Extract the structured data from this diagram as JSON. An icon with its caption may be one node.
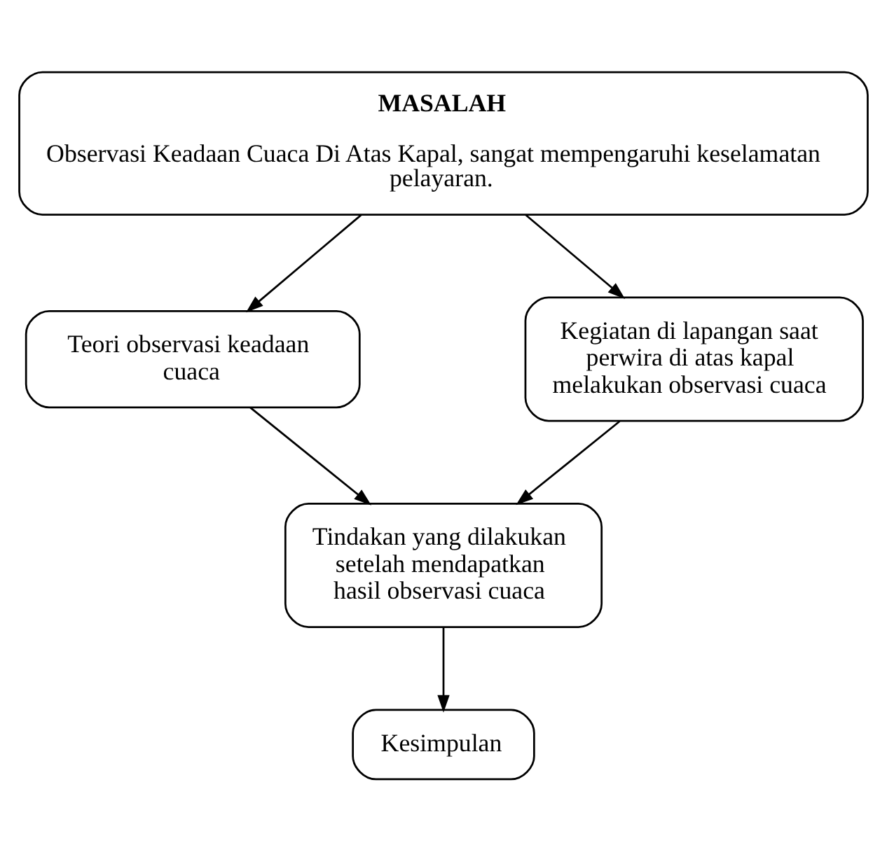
{
  "diagram": {
    "nodes": [
      {
        "text": [
          "MASALAH",
          "Observasi Keadaan Cuaca Di Atas Kapal, sangat mempengaruhi keselamatan pelayaran."
        ]
      },
      {
        "text": [
          "Teori observasi keadaan cuaca"
        ]
      },
      {
        "text": [
          "Kegiatan di lapangan saat perwira di atas kapal melakukan observasi cuaca"
        ]
      },
      {
        "text": [
          "Tindakan yang dilakukan setelah mendapatkan hasil observasi cuaca"
        ]
      },
      {
        "text": [
          "Kesimpulan"
        ]
      }
    ],
    "edges": [
      {
        "from": 0,
        "to": 1,
        "arrow": "to"
      },
      {
        "from": 0,
        "to": 2,
        "arrow": "to"
      },
      {
        "from": 1,
        "to": 3,
        "arrow": "to"
      },
      {
        "from": 2,
        "to": 3,
        "arrow": "to"
      },
      {
        "from": 3,
        "to": 4,
        "arrow": "to"
      }
    ]
  }
}
